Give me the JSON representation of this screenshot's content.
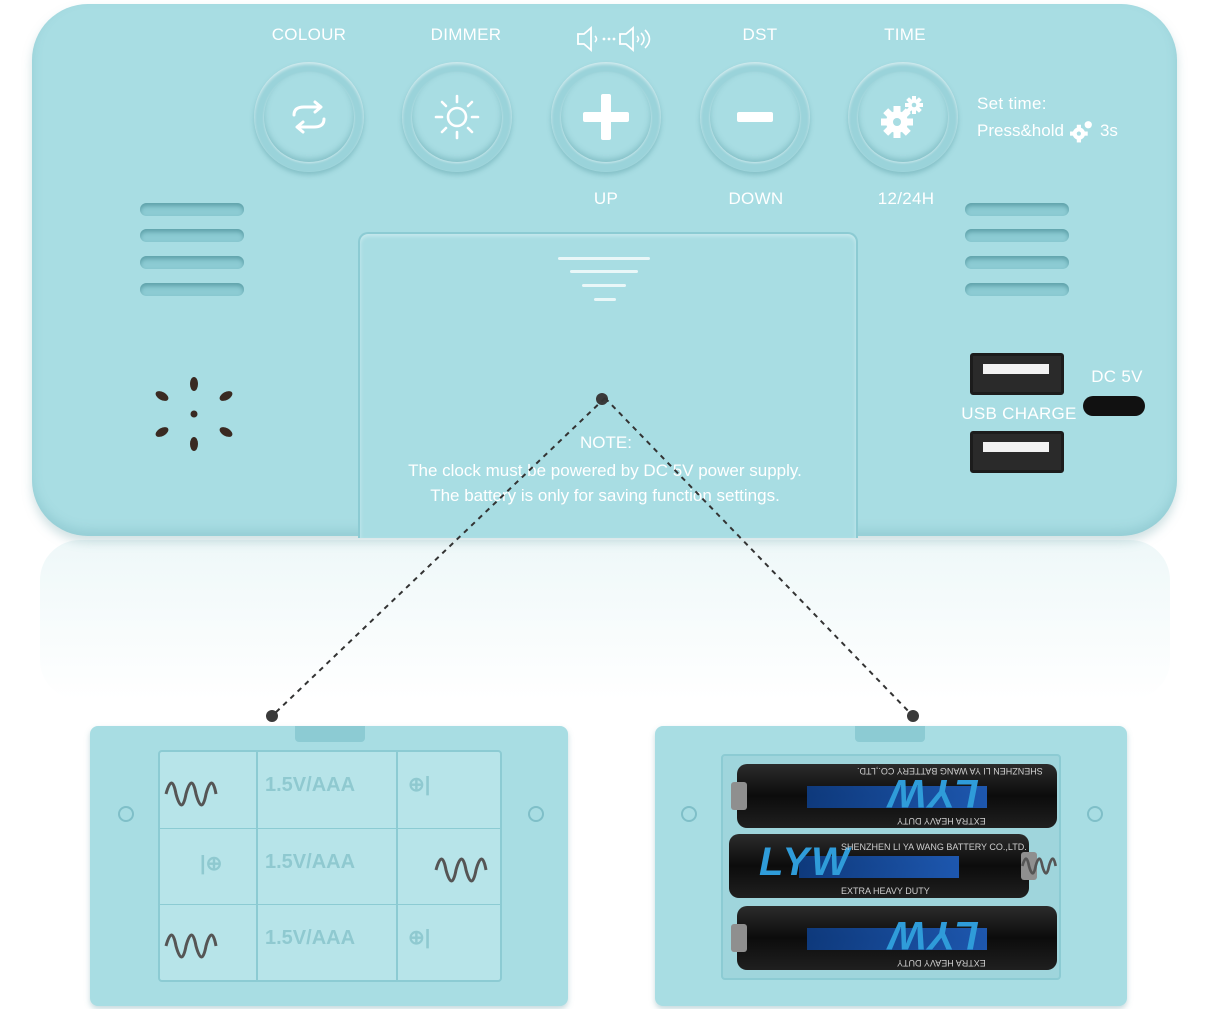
{
  "buttons": [
    {
      "top_label": "COLOUR",
      "bottom_label": "",
      "icon": "cycle-icon"
    },
    {
      "top_label": "DIMMER",
      "bottom_label": "",
      "icon": "sun-icon"
    },
    {
      "top_label": "",
      "bottom_label": "UP",
      "icon": "plus-icon"
    },
    {
      "top_label": "DST",
      "bottom_label": "DOWN",
      "icon": "minus-icon"
    },
    {
      "top_label": "TIME",
      "bottom_label": "12/24H",
      "icon": "gear-icon"
    }
  ],
  "set_time": {
    "line1": "Set time:",
    "line2_prefix": "Press&hold",
    "line2_suffix": "3s"
  },
  "usb_label": "USB CHARGE",
  "dc_label": "DC 5V",
  "note": {
    "title": "NOTE:",
    "line1": "The clock must be powered by DC 5V power supply.",
    "line2": "The battery is only for saving function settings."
  },
  "battery_slot_label": "1.5V/AAA",
  "battery_brand": "LYW",
  "battery_maker_text": "SHENZHEN LI YA WANG BATTERY CO.,LTD.",
  "battery_duty_text": "EXTRA HEAVY DUTY",
  "colors": {
    "body": "#a8dde3",
    "button_ring": "#9ad3da",
    "text": "#ffffff",
    "battery_blue": "#2f9cd9"
  }
}
